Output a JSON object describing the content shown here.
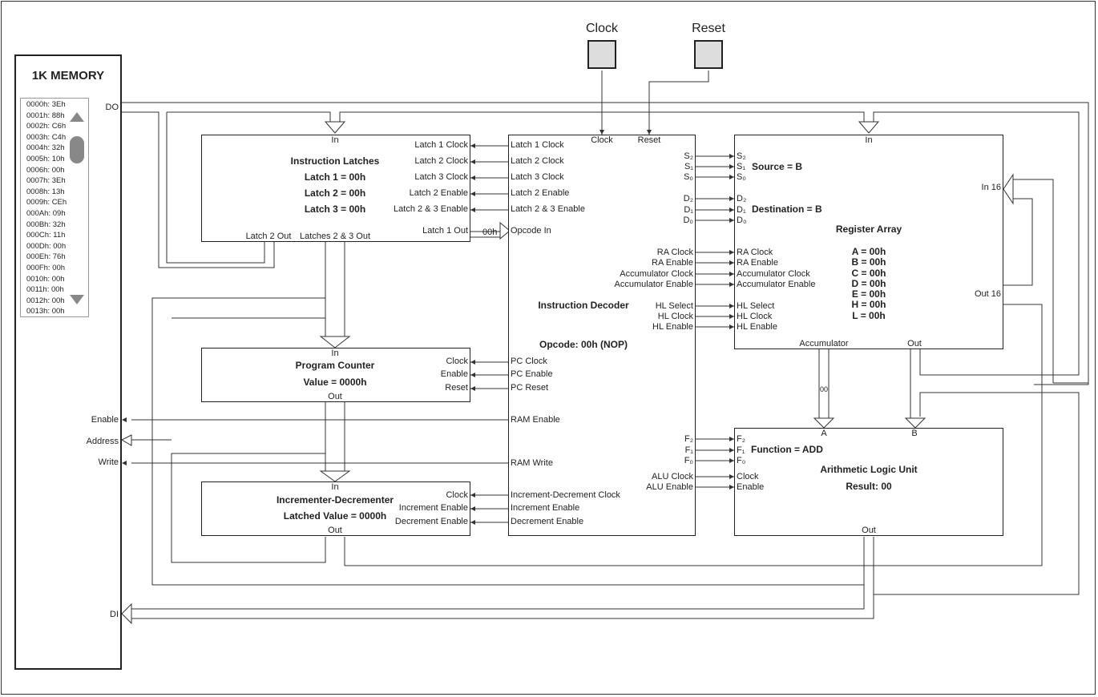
{
  "controls": {
    "clock": "Clock",
    "reset": "Reset"
  },
  "memory": {
    "title": "1K MEMORY",
    "rows": [
      "0000h: 3Eh",
      "0001h: 88h",
      "0002h: C6h",
      "0003h: C4h",
      "0004h: 32h",
      "0005h: 10h",
      "0006h: 00h",
      "0007h: 3Eh",
      "0008h: 13h",
      "0009h: CEh",
      "000Ah: 09h",
      "000Bh: 32h",
      "000Ch: 11h",
      "000Dh: 00h",
      "000Eh: 76h",
      "000Fh: 00h",
      "0010h: 00h",
      "0011h: 00h",
      "0012h: 00h",
      "0013h: 00h"
    ],
    "ports": {
      "do": "DO",
      "enable": "Enable",
      "address": "Address",
      "write": "Write",
      "di": "DI"
    }
  },
  "latches": {
    "title": "Instruction Latches",
    "latch1": "Latch 1 = 00h",
    "latch2": "Latch 2 = 00h",
    "latch3": "Latch 3 = 00h",
    "in": "In",
    "out2": "Latch 2 Out",
    "out23": "Latches 2 & 3 Out",
    "out1": "Latch 1 Out",
    "inputs": [
      "Latch 1 Clock",
      "Latch 2 Clock",
      "Latch 3 Clock",
      "Latch 2 Enable",
      "Latch 2 & 3 Enable"
    ]
  },
  "pc": {
    "title": "Program Counter",
    "value": "Value = 0000h",
    "in": "In",
    "out": "Out",
    "inputs": [
      "Clock",
      "Enable",
      "Reset"
    ]
  },
  "incdec": {
    "title": "Incrementer-Decrementer",
    "value": "Latched Value = 0000h",
    "in": "In",
    "out": "Out",
    "inputs": [
      "Clock",
      "Increment Enable",
      "Decrement Enable"
    ]
  },
  "decoder": {
    "title": "Instruction Decoder",
    "opcode": "Opcode: 00h (NOP)",
    "clock": "Clock",
    "reset": "Reset",
    "opcode_in": "Opcode In",
    "bus_value": "00h",
    "left": [
      "Latch 1 Clock",
      "Latch 2 Clock",
      "Latch 3 Clock",
      "Latch 2 Enable",
      "Latch 2 & 3 Enable",
      "PC Clock",
      "PC Enable",
      "PC Reset",
      "RAM Enable",
      "RAM Write",
      "Increment-Decrement Clock",
      "Increment Enable",
      "Decrement Enable"
    ],
    "right_s": [
      "S₂",
      "S₁",
      "S₀"
    ],
    "right_d": [
      "D₂",
      "D₁",
      "D₀"
    ],
    "right_ra": [
      "RA Clock",
      "RA Enable",
      "Accumulator Clock",
      "Accumulator Enable"
    ],
    "right_hl": [
      "HL Select",
      "HL Clock",
      "HL Enable"
    ],
    "right_f": [
      "F₂",
      "F₁",
      "F₀"
    ],
    "right_alu": [
      "ALU Clock",
      "ALU Enable"
    ]
  },
  "registers": {
    "title": "Register Array",
    "source": "Source = B",
    "destination": "Destination = B",
    "values": [
      "A = 00h",
      "B = 00h",
      "C = 00h",
      "D = 00h",
      "E = 00h",
      "H = 00h",
      "L = 00h"
    ],
    "in": "In",
    "in16": "In 16",
    "out16": "Out 16",
    "accumulator": "Accumulator",
    "out": "Out",
    "ra_inputs": [
      "RA Clock",
      "RA Enable",
      "Accumulator Clock",
      "Accumulator Enable"
    ],
    "hl_inputs": [
      "HL Select",
      "HL Clock",
      "HL Enable"
    ],
    "s": [
      "S₂",
      "S₁",
      "S₀"
    ],
    "d": [
      "D₂",
      "D₁",
      "D₀"
    ]
  },
  "alu": {
    "title": "Arithmetic Logic Unit",
    "function": "Function = ADD",
    "result": "Result: 00",
    "a": "A",
    "b": "B",
    "out": "Out",
    "f": [
      "F₂",
      "F₁",
      "F₀"
    ],
    "inputs": [
      "Clock",
      "Enable"
    ],
    "acc_bus": "00"
  }
}
